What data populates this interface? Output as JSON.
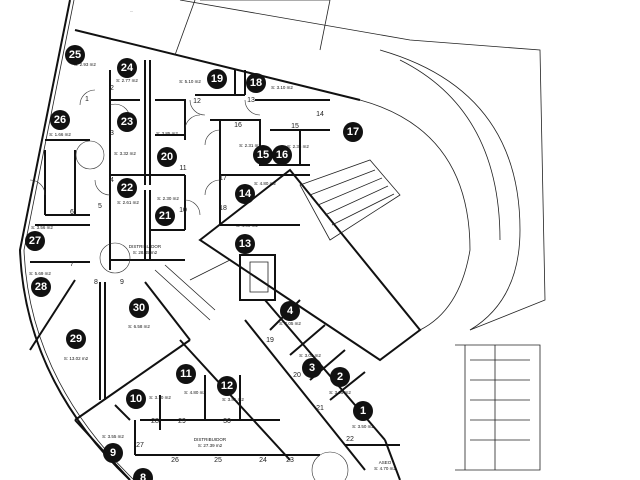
{
  "sign_text": "...",
  "rooms": [
    {
      "num": "25",
      "area": "S: 2.93 m2"
    },
    {
      "num": "24",
      "area": "S: 2.77 m2"
    },
    {
      "num": "19",
      "area": "S: 5.10 m2"
    },
    {
      "num": "18",
      "area": "S: 3.10 m2"
    },
    {
      "num": "26",
      "area": "S: 1.66 m2"
    },
    {
      "num": "23",
      "area": "S: 3.32 m2"
    },
    {
      "num": "20",
      "area": "S: 3.85 m2"
    },
    {
      "num": "17",
      "area": ""
    },
    {
      "num": "15",
      "area": "S: 2.31 m2"
    },
    {
      "num": "16",
      "area": "S: 2.35 m2"
    },
    {
      "num": "22",
      "area": "S: 2.61 m2"
    },
    {
      "num": "21",
      "area": "S: 2.30 m2"
    },
    {
      "num": "14",
      "area": "S: 4.80 m2"
    },
    {
      "num": "27",
      "area": "S: 3.56 m2"
    },
    {
      "num": "13",
      "area": "S: 4.00 m2"
    },
    {
      "num": "28",
      "area": "S: 5.69 m2"
    },
    {
      "num": "30",
      "area": "S: 6.58 m2"
    },
    {
      "num": "29",
      "area": "S: 13.02 m2"
    },
    {
      "num": "4",
      "area": "S: 2.05 m2"
    },
    {
      "num": "11",
      "area": "S: 4.80 m2"
    },
    {
      "num": "12",
      "area": "S: 3.81 m2"
    },
    {
      "num": "3",
      "area": "S: 3.05 m2"
    },
    {
      "num": "2",
      "area": "S: 3.05 m2"
    },
    {
      "num": "10",
      "area": "S: 3.10 m2"
    },
    {
      "num": "1",
      "area": "S: 3.50 m2"
    },
    {
      "num": "9",
      "area": "S: 3.55 m2"
    },
    {
      "num": "8",
      "area": ""
    }
  ],
  "distribuidor_1": {
    "name": "DISTRIBUIDOR",
    "area": "S: 28.45 m2"
  },
  "distribuidor_2": {
    "name": "DISTRIBUIDOR",
    "area": "S: 27.39 m2"
  },
  "aseo": {
    "name": "ASEO",
    "area": "S: 4.70 m2"
  },
  "door_numbers": [
    "1",
    "2",
    "3",
    "4",
    "5",
    "6",
    "7",
    "8",
    "9",
    "10",
    "11",
    "12",
    "13",
    "14",
    "15",
    "16",
    "17",
    "18",
    "19",
    "20",
    "21",
    "22",
    "23",
    "24",
    "25",
    "26",
    "27",
    "28",
    "29",
    "30"
  ]
}
